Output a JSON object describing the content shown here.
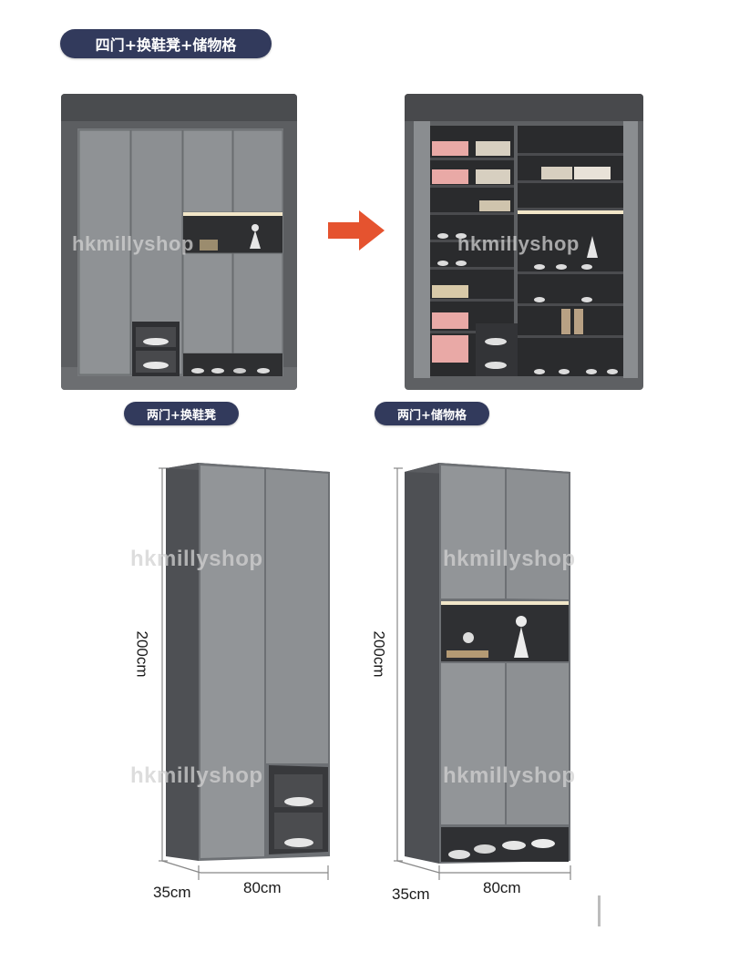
{
  "header": {
    "title": "四门+换鞋凳+储物格"
  },
  "photos": {
    "left_label": "两门+换鞋凳",
    "right_label": "两门+储物格",
    "watermark": "hkmillyshop"
  },
  "diagrams": {
    "left": {
      "height_label": "200cm",
      "depth_label": "35cm",
      "width_label": "80cm",
      "watermark": "hkmillyshop"
    },
    "right": {
      "height_label": "200cm",
      "depth_label": "35cm",
      "width_label": "80cm",
      "watermark": "hkmillyshop"
    }
  },
  "colors": {
    "pill_bg": "#323a5c",
    "arrow": "#e5532f",
    "cabinet_grey": "#8a8d90",
    "cabinet_dark": "#4d4f53"
  },
  "icons": {
    "arrow": "right-arrow-icon"
  }
}
